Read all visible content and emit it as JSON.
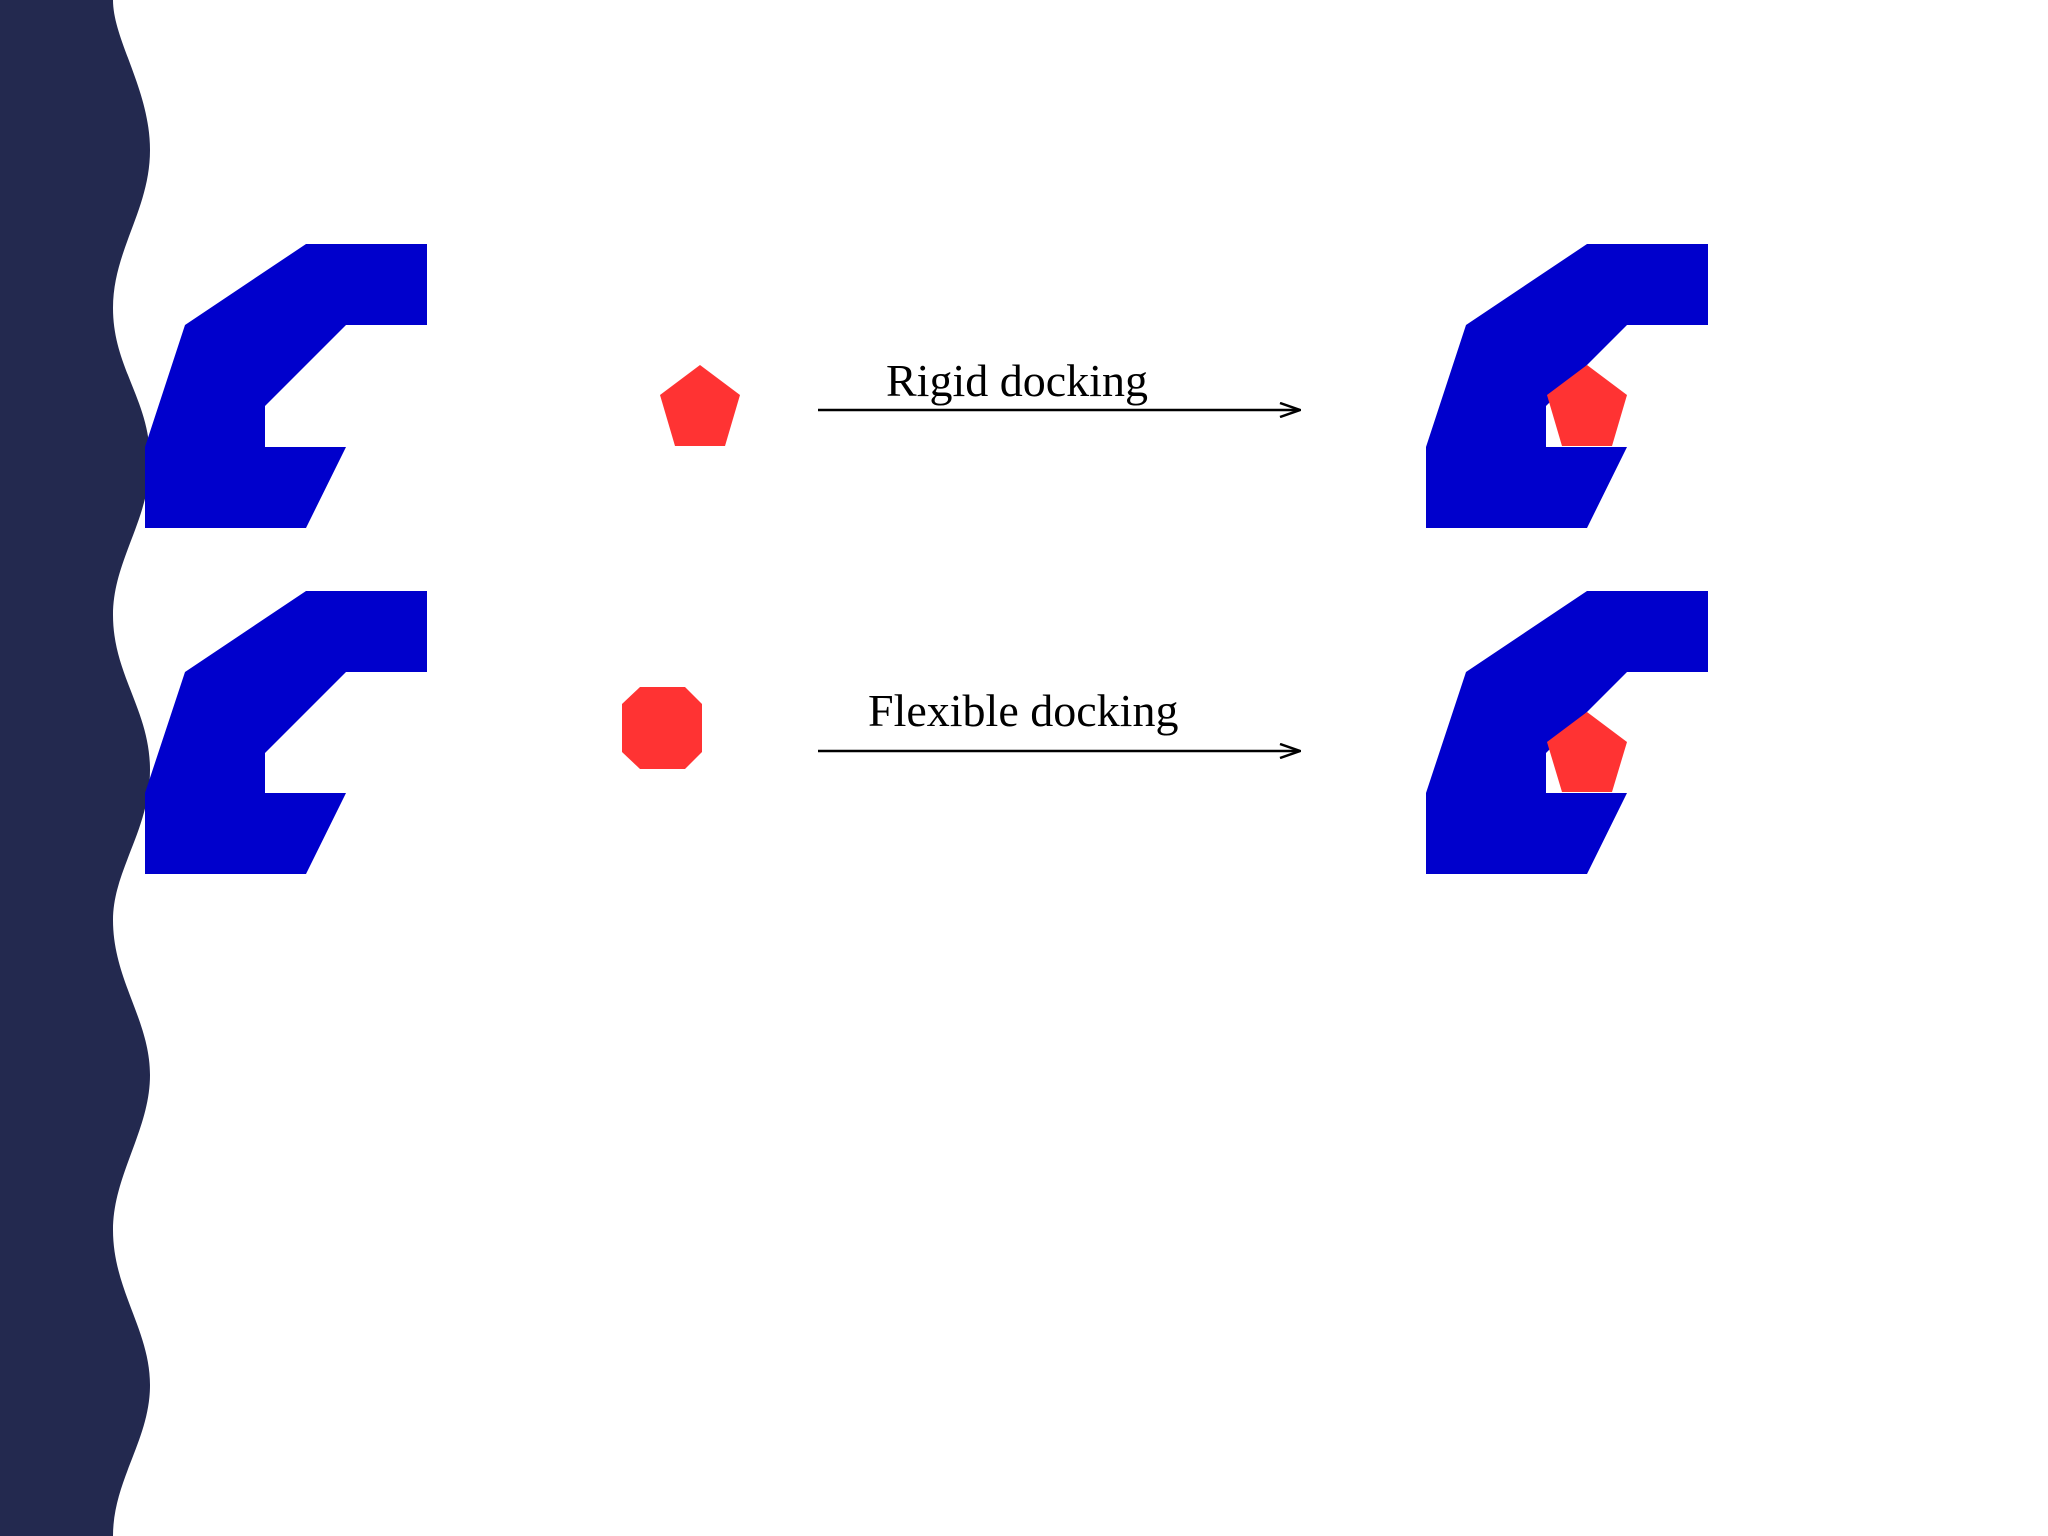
{
  "diagram": {
    "rows": [
      {
        "label": "Rigid docking",
        "ligand_shape": "pentagon",
        "docked_ligand_shape": "pentagon"
      },
      {
        "label": "Flexible docking",
        "ligand_shape": "octagon",
        "docked_ligand_shape": "pentagon"
      }
    ]
  },
  "colors": {
    "sidebar": "#23294f",
    "receptor": "#0000cc",
    "ligand": "#ff3333",
    "arrow": "#000000",
    "background": "#ffffff"
  },
  "icons": {
    "receptor": "receptor-icon",
    "ligand": "ligand-icon",
    "arrow": "arrow-icon"
  }
}
